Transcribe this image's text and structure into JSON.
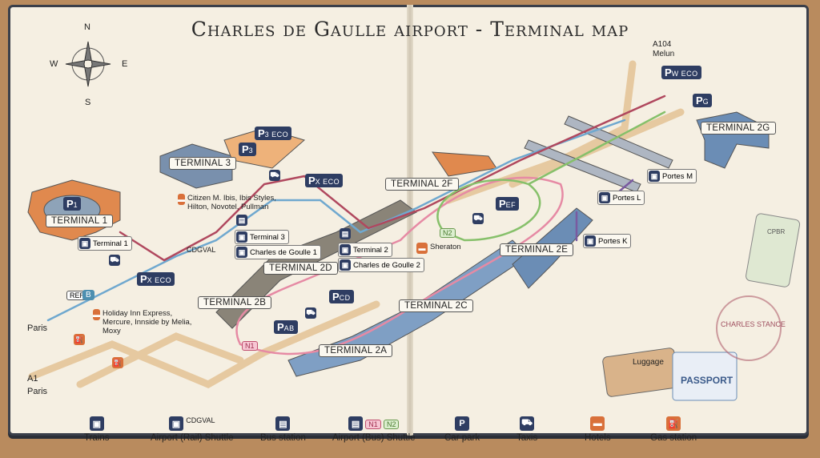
{
  "title": "Charles de Gaulle airport - Terminal map",
  "compass": {
    "n": "N",
    "s": "S",
    "e": "E",
    "w": "W"
  },
  "colors": {
    "rail": "#6fa8cf",
    "cdgval": "#b0485e",
    "n1": "#e68aa4",
    "n2": "#86c06a",
    "terminal_blue": "#6b8db5",
    "terminal_orange": "#e0894e",
    "road": "#e6c9a0",
    "parking": "#2e3d62",
    "hotel": "#d9703a"
  },
  "terminals": [
    "TERMINAL 1",
    "TERMINAL 3",
    "TERMINAL 2F",
    "TERMINAL 2D",
    "TERMINAL 2B",
    "TERMINAL 2A",
    "TERMINAL 2C",
    "TERMINAL 2E",
    "TERMINAL 2G"
  ],
  "stations": [
    "Terminal 1",
    "Terminal 3",
    "Charles de Goulle 1",
    "Terminal 2",
    "Charles de Goulle 2",
    "Portes K",
    "Portes L",
    "Portes M"
  ],
  "parking": [
    {
      "p": "P",
      "s": "1"
    },
    {
      "p": "P",
      "s": "3"
    },
    {
      "p": "P",
      "s": "3 ECO"
    },
    {
      "p": "P",
      "s": "X ECO"
    },
    {
      "p": "P",
      "s": "X ECO"
    },
    {
      "p": "P",
      "s": "CD"
    },
    {
      "p": "P",
      "s": "AB"
    },
    {
      "p": "P",
      "s": "EF"
    },
    {
      "p": "P",
      "s": "G"
    },
    {
      "p": "P",
      "s": "W ECO"
    }
  ],
  "hotels": [
    "Citizen M. Ibis, Ibis Styles, Hilton, Novotel, Pullman",
    "Holiday Inn Express, Mercure, Innside by Melia, Moxy",
    "Sheraton"
  ],
  "places": {
    "cdgval": "CDGVAL",
    "rer": "RER",
    "rer_line": "B",
    "paris": "Paris",
    "a1": "A1",
    "a1_paris": "Paris",
    "a104": "A104",
    "melun": "Melun",
    "n1": "N1",
    "n2": "N2"
  },
  "decor": {
    "luggage": "Luggage",
    "passport": "PASSPORT",
    "stamp": "CHARLES STANCE",
    "tag": "CPBR"
  },
  "legend": [
    {
      "icon": "train-icon",
      "label": "Trains"
    },
    {
      "icon": "rail-shuttle-icon",
      "extra": "CDGVAL",
      "label": "Airport (Rail) Shuttle"
    },
    {
      "icon": "bus-icon",
      "label": "Bus station"
    },
    {
      "icon": "bus-shuttle-icon",
      "n1": "N1",
      "n2": "N2",
      "label": "Airport (Bus) Shuttle"
    },
    {
      "icon": "parking-icon",
      "glyph": "P",
      "label": "Car park"
    },
    {
      "icon": "taxi-icon",
      "label": "Taxis"
    },
    {
      "icon": "hotel-icon",
      "label": "Hotels"
    },
    {
      "icon": "gas-station-icon",
      "label": "Gas station"
    }
  ]
}
